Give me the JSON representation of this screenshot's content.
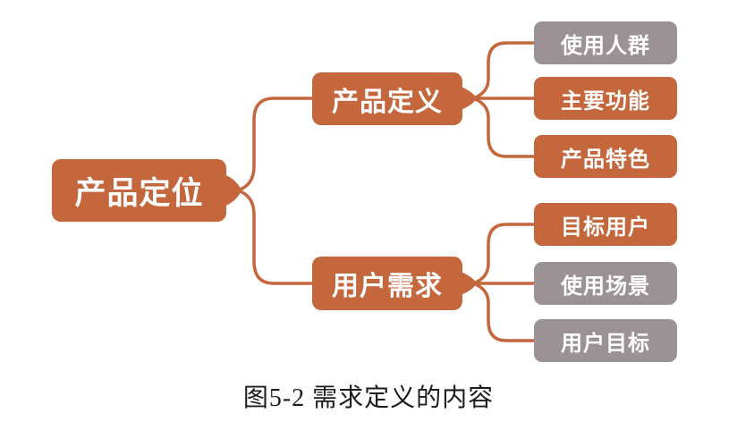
{
  "diagram": {
    "root": {
      "label": "产品定位",
      "variant": "orange"
    },
    "branches": [
      {
        "label": "产品定义",
        "variant": "orange",
        "children": [
          {
            "label": "使用人群",
            "variant": "gray"
          },
          {
            "label": "主要功能",
            "variant": "orange"
          },
          {
            "label": "产品特色",
            "variant": "orange"
          }
        ]
      },
      {
        "label": "用户需求",
        "variant": "orange",
        "children": [
          {
            "label": "目标用户",
            "variant": "orange"
          },
          {
            "label": "使用场景",
            "variant": "gray"
          },
          {
            "label": "用户目标",
            "variant": "gray"
          }
        ]
      }
    ],
    "caption": "图5-2 需求定义的内容",
    "colors": {
      "orange": "#C4673C",
      "gray": "#9B9295",
      "line": "#C4673C",
      "caption_text": "#1c1c1c"
    }
  }
}
